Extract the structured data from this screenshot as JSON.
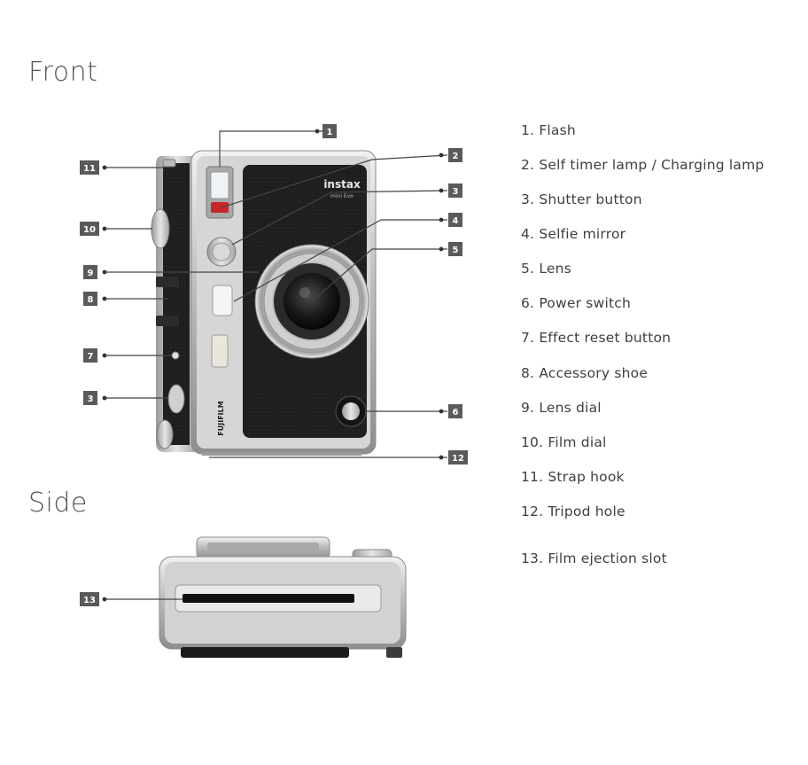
{
  "headings": {
    "front": "Front",
    "side": "Side"
  },
  "camera_text": {
    "brand": "instax",
    "model": "mini Evo",
    "side_brand": "FUJIFILM"
  },
  "callouts": [
    "1",
    "2",
    "3",
    "4",
    "5",
    "6",
    "7",
    "8",
    "9",
    "10",
    "11",
    "12",
    "13",
    "3"
  ],
  "legend": [
    "1. Flash",
    "2. Self timer lamp / Charging lamp",
    "3. Shutter button",
    "4. Selfie mirror",
    "5. Lens",
    "6. Power switch",
    "7. Effect reset button",
    "8. Accessory shoe",
    "9. Lens dial",
    "10. Film dial",
    "11. Strap hook",
    "12. Tripod hole",
    "13. Film ejection slot"
  ],
  "colors": {
    "badge": "#5a5a5a",
    "body_leather": "#1e1e1e",
    "chrome": "#c9c9c9",
    "leader": "#444444"
  }
}
